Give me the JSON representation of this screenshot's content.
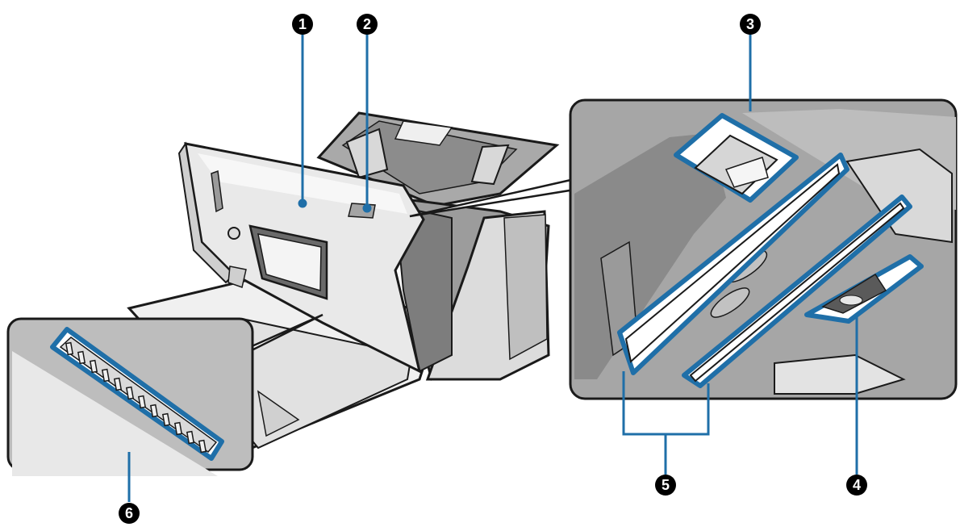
{
  "callouts": [
    {
      "id": "1",
      "label": "1"
    },
    {
      "id": "2",
      "label": "2"
    },
    {
      "id": "3",
      "label": "3"
    },
    {
      "id": "4",
      "label": "4"
    },
    {
      "id": "5",
      "label": "5"
    },
    {
      "id": "6",
      "label": "6"
    }
  ],
  "colors": {
    "highlight": "#1f6fa8",
    "outline": "#1a1a1a",
    "body_light": "#e6e6e6",
    "body_mid": "#bdbdbd",
    "body_dark": "#6e6e6e",
    "interior": "#8c8c8c",
    "callout_fill": "#000000"
  }
}
